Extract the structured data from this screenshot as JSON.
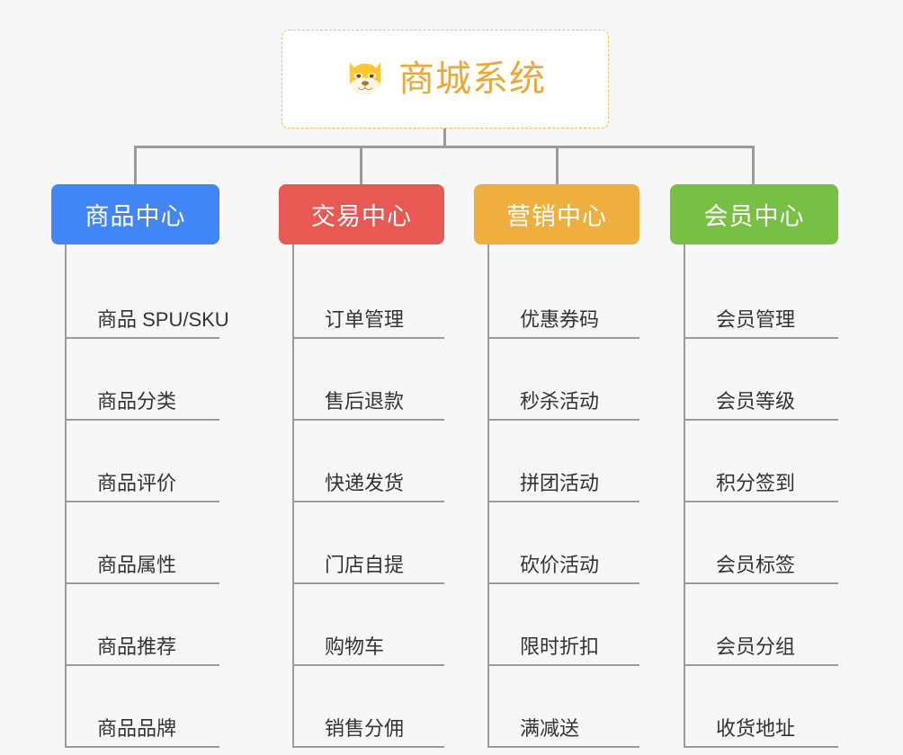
{
  "diagram": {
    "type": "mindmap",
    "background_color": "#f7f7f7",
    "connector_color": "#9b9b9b",
    "root": {
      "title": "商城系统",
      "icon": "dog-face-icon",
      "text_color": "#e8a93a",
      "border_color": "#f0b95b",
      "background_color": "#ffffff"
    },
    "branches": [
      {
        "label": "商品中心",
        "color": "#4285f4",
        "items": [
          "商品 SPU/SKU",
          "商品分类",
          "商品评价",
          "商品属性",
          "商品推荐",
          "商品品牌"
        ]
      },
      {
        "label": "交易中心",
        "color": "#e85954",
        "items": [
          "订单管理",
          "售后退款",
          "快递发货",
          "门店自提",
          "购物车",
          "销售分佣"
        ]
      },
      {
        "label": "营销中心",
        "color": "#eeaf3e",
        "items": [
          "优惠券码",
          "秒杀活动",
          "拼团活动",
          "砍价活动",
          "限时折扣",
          "满减送"
        ]
      },
      {
        "label": "会员中心",
        "color": "#78c044",
        "items": [
          "会员管理",
          "会员等级",
          "积分签到",
          "会员标签",
          "会员分组",
          "收货地址"
        ]
      }
    ]
  }
}
